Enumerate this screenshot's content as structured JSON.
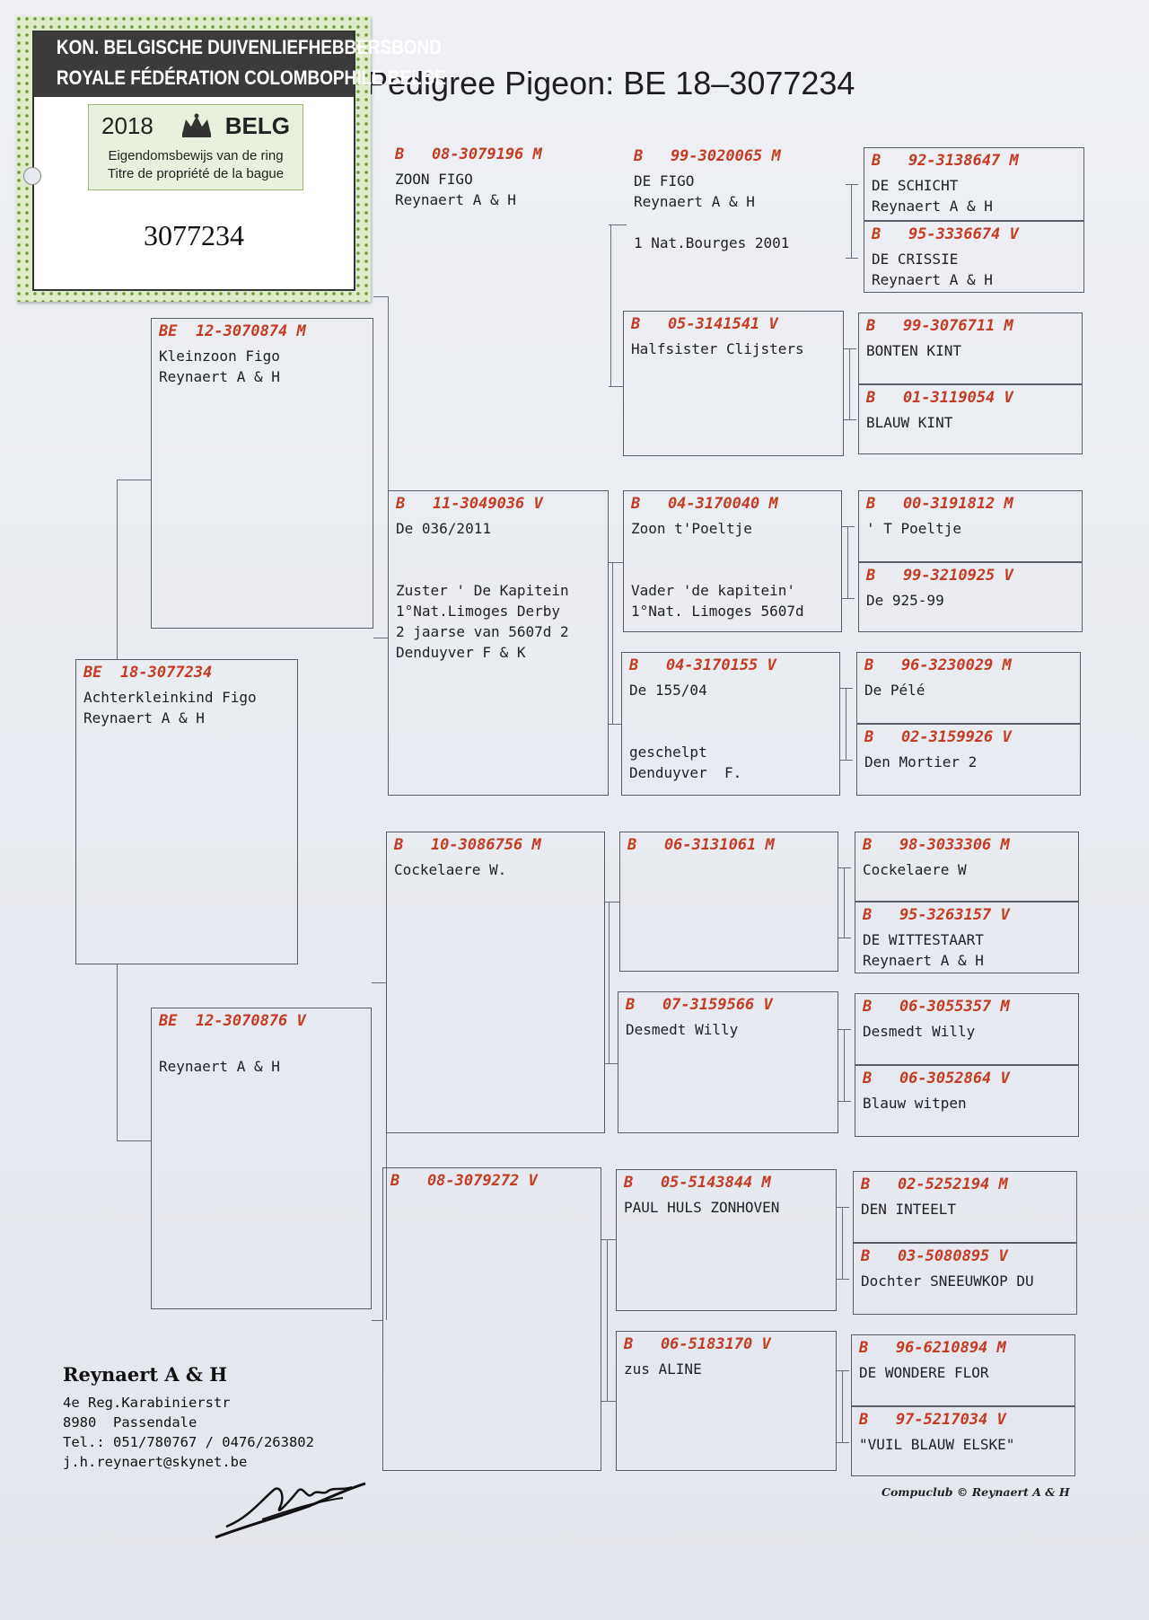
{
  "title": "Pedigree Pigeon: BE  18–3077234",
  "certificate": {
    "header_line1": "KON. BELGISCHE DUIVENLIEFHEBBERSBOND",
    "header_line2": "ROYALE FÉDÉRATION COLOMBOPHILE BELGE",
    "year": "2018",
    "country": "BELG",
    "label_nl": "Eigendomsbewijs van de ring",
    "label_fr": "Titre de propriété de la bague",
    "ring_number": "3077234"
  },
  "subject": {
    "ring": "BE  18-3077234",
    "lines": [
      "Achterkleinkind Figo",
      "Reynaert A & H"
    ]
  },
  "father": {
    "ring": "BE  12-3070874 M",
    "lines": [
      "Kleinzoon Figo",
      "Reynaert A & H"
    ]
  },
  "mother": {
    "ring": "BE  12-3070876 V",
    "lines": [
      "",
      "Reynaert A & H"
    ]
  },
  "gen3": [
    {
      "ring": "B   08-3079196 M",
      "lines": [
        "ZOON FIGO",
        "Reynaert A & H"
      ]
    },
    {
      "ring": "B   11-3049036 V",
      "lines": [
        "De 036/2011",
        "",
        "",
        "Zuster ' De Kapitein",
        "1°Nat.Limoges Derby",
        "2 jaarse van 5607d 2",
        "Denduyver F & K"
      ]
    },
    {
      "ring": "B   10-3086756 M",
      "lines": [
        "Cockelaere W."
      ]
    },
    {
      "ring": "B   08-3079272 V",
      "lines": []
    }
  ],
  "gen4": [
    {
      "ring": "B   99-3020065 M",
      "lines": [
        "DE FIGO",
        "Reynaert A & H",
        "",
        "1 Nat.Bourges 2001"
      ]
    },
    {
      "ring": "B   05-3141541 V",
      "lines": [
        "Halfsister Clijsters"
      ]
    },
    {
      "ring": "B   04-3170040 M",
      "lines": [
        "Zoon t'Poeltje",
        "",
        "",
        "Vader 'de kapitein'",
        "1°Nat. Limoges 5607d"
      ]
    },
    {
      "ring": "B   04-3170155 V",
      "lines": [
        "De 155/04",
        "",
        "",
        "geschelpt",
        "Denduyver  F."
      ]
    },
    {
      "ring": "B   06-3131061 M",
      "lines": []
    },
    {
      "ring": "B   07-3159566 V",
      "lines": [
        "Desmedt Willy"
      ]
    },
    {
      "ring": "B   05-5143844 M",
      "lines": [
        "PAUL HULS ZONHOVEN"
      ]
    },
    {
      "ring": "B   06-5183170 V",
      "lines": [
        "zus ALINE"
      ]
    }
  ],
  "gen5": [
    {
      "ring": "B   92-3138647 M",
      "lines": [
        "DE SCHICHT",
        "Reynaert A & H"
      ]
    },
    {
      "ring": "B   95-3336674 V",
      "lines": [
        "DE CRISSIE",
        "Reynaert A & H"
      ]
    },
    {
      "ring": "B   99-3076711 M",
      "lines": [
        "BONTEN KINT"
      ]
    },
    {
      "ring": "B   01-3119054 V",
      "lines": [
        "BLAUW KINT"
      ]
    },
    {
      "ring": "B   00-3191812 M",
      "lines": [
        "' T Poeltje"
      ]
    },
    {
      "ring": "B   99-3210925 V",
      "lines": [
        "De 925-99"
      ]
    },
    {
      "ring": "B   96-3230029 M",
      "lines": [
        "De Pélé"
      ]
    },
    {
      "ring": "B   02-3159926 V",
      "lines": [
        "Den Mortier 2"
      ]
    },
    {
      "ring": "B   98-3033306 M",
      "lines": [
        "Cockelaere W"
      ]
    },
    {
      "ring": "B   95-3263157 V",
      "lines": [
        "DE WITTESTAART",
        "Reynaert A & H"
      ]
    },
    {
      "ring": "B   06-3055357 M",
      "lines": [
        "Desmedt Willy"
      ]
    },
    {
      "ring": "B   06-3052864 V",
      "lines": [
        "Blauw witpen"
      ]
    },
    {
      "ring": "B   02-5252194 M",
      "lines": [
        "DEN INTEELT"
      ]
    },
    {
      "ring": "B   03-5080895 V",
      "lines": [
        "Dochter SNEEUWKOP DU"
      ]
    },
    {
      "ring": "B   96-6210894 M",
      "lines": [
        "DE WONDERE FLOR"
      ]
    },
    {
      "ring": "B   97-5217034 V",
      "lines": [
        "\"VUIL BLAUW ELSKE\""
      ]
    }
  ],
  "owner": {
    "name": "Reynaert A & H",
    "address1": "4e Reg.Karabinierstr",
    "address2": "8980  Passendale",
    "phone": "Tel.: 051/780767 / 0476/263802",
    "email": "j.h.reynaert@skynet.be"
  },
  "software": "Compuclub © Reynaert A & H"
}
